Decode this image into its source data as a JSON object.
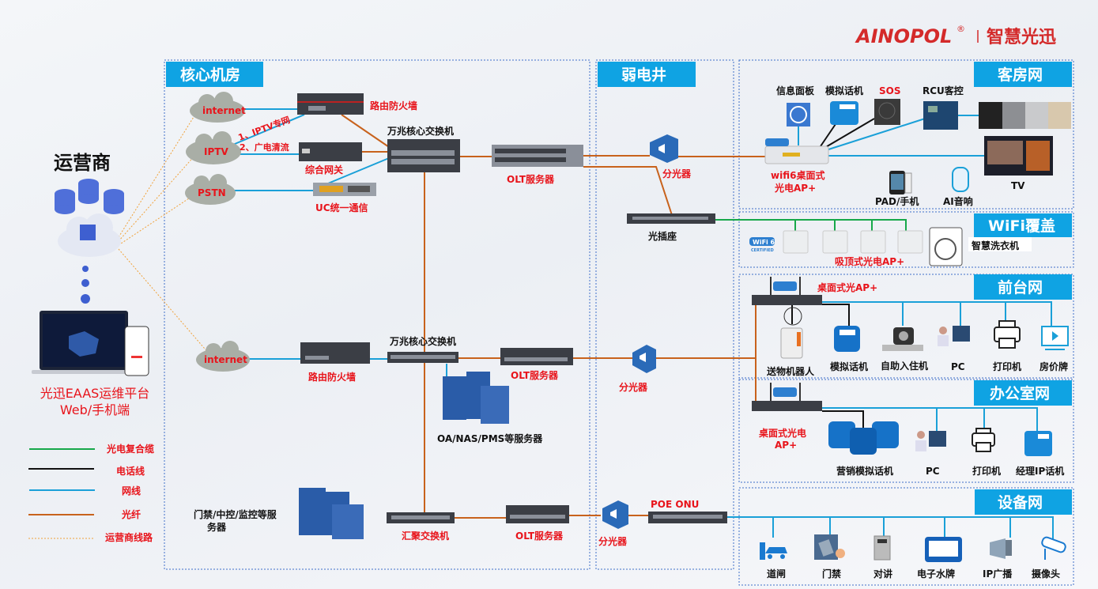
{
  "logo": {
    "brand": "AINOPOL",
    "reg": "®",
    "slogan": "智慧光迅"
  },
  "operator": {
    "title": "运营商"
  },
  "platform": {
    "line1": "光迅EAAS运维平台",
    "line2": "Web/手机端"
  },
  "legend": [
    {
      "label": "光电复合缆",
      "color": "#17a84a"
    },
    {
      "label": "电话线",
      "color": "#111111"
    },
    {
      "label": "网线",
      "color": "#1aa0d8"
    },
    {
      "label": "光纤",
      "color": "#c8621c"
    },
    {
      "label": "运营商线路",
      "color": "#f0a23a"
    }
  ],
  "sections": {
    "core": "核心机房",
    "shaft": "弱电井",
    "guest": "客房网",
    "wifi": "WiFi覆盖",
    "front": "前台网",
    "office": "办公室网",
    "device": "设备网"
  },
  "core": {
    "cloud_internet": "internet",
    "cloud_iptv": "IPTV",
    "cloud_pstn": "PSTN",
    "iptv_line1": "1、IPTV专网",
    "iptv_line2": "2、广电清流",
    "firewall": "路由防火墙",
    "gateway": "综合网关",
    "uc": "UC统一通信",
    "core_switch": "万兆核心交换机",
    "olt": "OLT服务器",
    "cloud_internet2": "internet",
    "firewall2": "路由防火墙",
    "core_switch2": "万兆核心交换机",
    "olt2": "OLT服务器",
    "servers": "OA/NAS/PMS等服务器",
    "security_servers_1": "门禁/中控/监控等服",
    "security_servers_2": "务器",
    "agg_switch": "汇聚交换机",
    "olt3": "OLT服务器"
  },
  "shaft": {
    "splitter1": "分光器",
    "socket": "光插座",
    "splitter2": "分光器",
    "splitter3": "分光器",
    "poe_onu": "POE ONU"
  },
  "guest": {
    "info_panel": "信息面板",
    "analog_phone": "模拟话机",
    "sos": "SOS",
    "rcu": "RCU客控",
    "ap_1": "wifi6桌面式",
    "ap_2": "光电AP+",
    "pad": "PAD/手机",
    "ai_speaker": "AI音响",
    "tv": "TV"
  },
  "wifi": {
    "ceiling_ap": "吸顶式光电AP+",
    "washer": "智慧洗衣机",
    "badge": "WiFi 6",
    "badge_sub": "CERTIFIED"
  },
  "front": {
    "ap": "桌面式光AP+",
    "items": [
      "送物机器人",
      "模拟话机",
      "自助入住机",
      "PC",
      "打印机",
      "房价牌"
    ]
  },
  "office": {
    "ap_1": "桌面式光电",
    "ap_2": "AP+",
    "items": [
      "营销模拟话机",
      "PC",
      "打印机",
      "经理IP话机"
    ]
  },
  "device": {
    "items": [
      "道闸",
      "门禁",
      "对讲",
      "电子水牌",
      "IP广播",
      "摄像头"
    ]
  }
}
